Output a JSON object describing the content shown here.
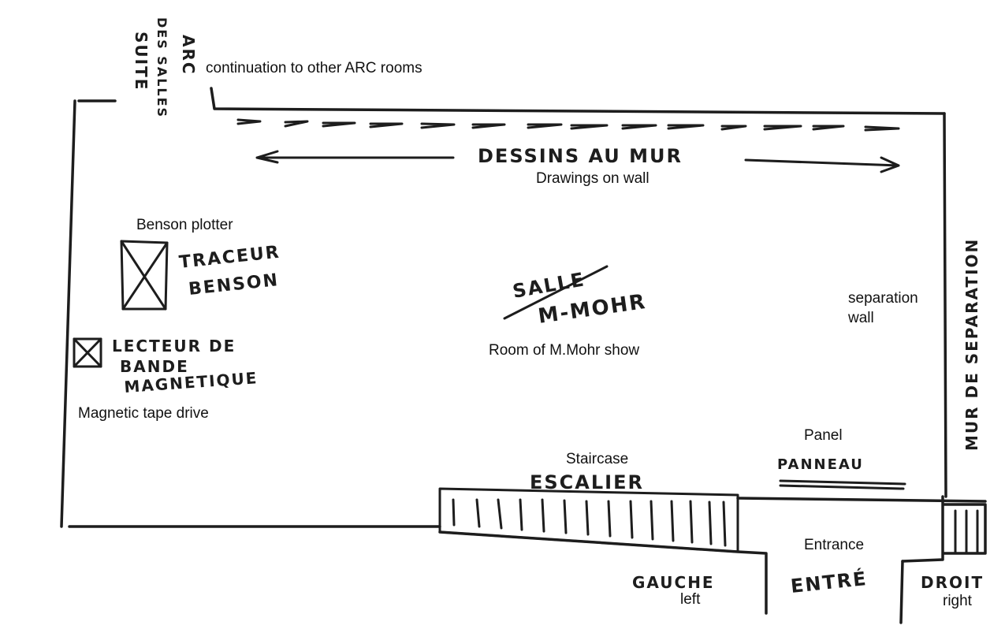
{
  "colors": {
    "ink": "#1d1d1d",
    "paper": "#ffffff"
  },
  "handwritten": {
    "suite_line1": "SUITE",
    "suite_line2": "DES SALLES",
    "suite_line3": "ARC",
    "dessins": "DESSINS AU MUR",
    "tracteur_line1": "TRACEUR",
    "tracteur_line2": "BENSON",
    "salle": "SALLE",
    "mohr": "M-MOHR",
    "lecteur_line1": "LECTEUR DE",
    "lecteur_line2": "BANDE",
    "lecteur_line3": "MAGNETIQUE",
    "escalier": "ESCALIER",
    "panneau": "PANNEAU",
    "mur": "MUR DE SEPARATION",
    "gauche": "GAUCHE",
    "entre": "ENTRÉ",
    "droit": "DROIT"
  },
  "labels": {
    "continuation": "continuation to other ARC rooms",
    "drawings": "Drawings on wall",
    "benson": "Benson plotter",
    "room": "Room of M.Mohr show",
    "separation_line1": "separation",
    "separation_line2": "wall",
    "tape": "Magnetic tape drive",
    "panel": "Panel",
    "staircase": "Staircase",
    "entrance": "Entrance",
    "left": "left",
    "right": "right"
  }
}
